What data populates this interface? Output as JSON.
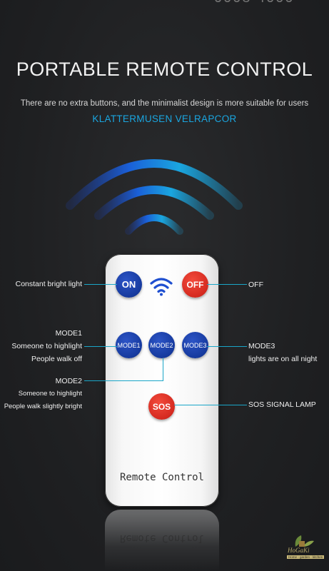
{
  "header": {
    "title": "PORTABLE REMOTE CONTROL",
    "subtitle": "There are no extra buttons, and the minimalist design is more suitable for users",
    "brand": "KLATTERMUSEN VELRAPCOR"
  },
  "remote": {
    "label": "Remote Control",
    "buttons": {
      "on": "ON",
      "off": "OFF",
      "mode1": "MODE1",
      "mode2": "MODE2",
      "mode3": "MODE3",
      "sos": "SOS"
    }
  },
  "callouts": {
    "on": "Constant bright light",
    "off": "OFF",
    "mode1_title": "MODE1",
    "mode1_line1": "Someone to highlight",
    "mode1_line2": "People walk off",
    "mode2_title": "MODE2",
    "mode2_line1": "Someone to highlight",
    "mode2_line2": "People walk slightly bright",
    "mode3_title": "MODE3",
    "mode3_line1": "lights are on all night",
    "sos": "SOS SIGNAL LAMP"
  },
  "watermark": {
    "brand": "HoGaKi",
    "tagline": "Home - garden - kitchen"
  },
  "colors": {
    "accent": "#1aa6e0",
    "button_blue": "#163a9e",
    "button_red": "#d52a20",
    "background": "#1f2022"
  }
}
